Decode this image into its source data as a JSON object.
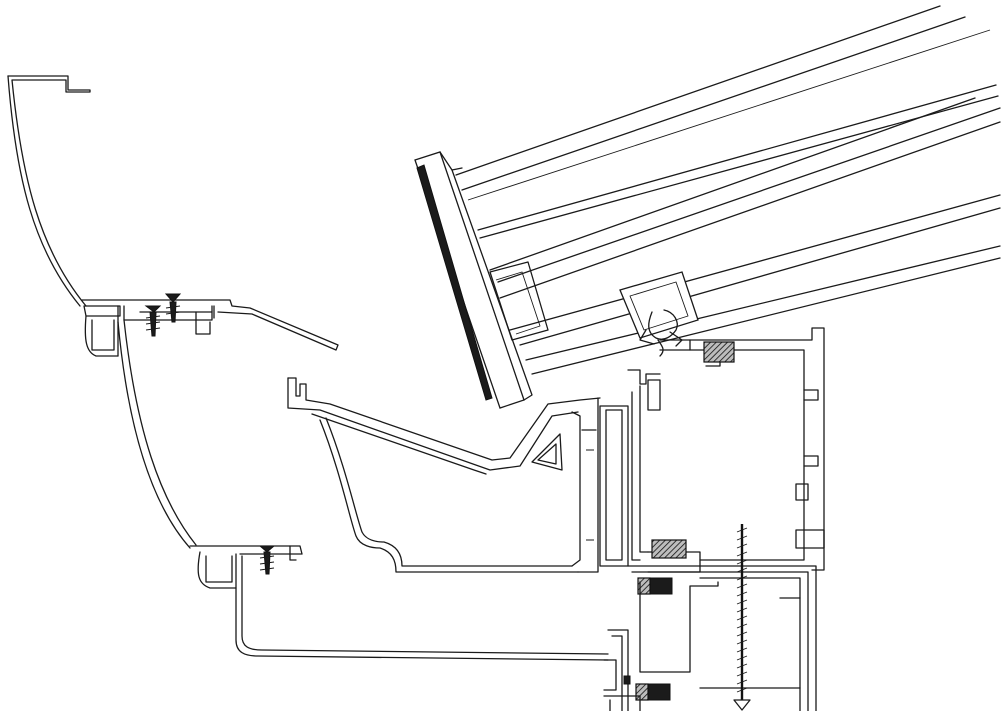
{
  "drawing": {
    "kind": "technical-section-drawing",
    "colors": {
      "background": "#ffffff",
      "line": "#1a1a1a",
      "fill_dark": "#1b1b1b"
    },
    "components": [
      {
        "name": "cornice-cover"
      },
      {
        "name": "fixing-screws"
      },
      {
        "name": "gutter-profile"
      },
      {
        "name": "roof-glazing-panel"
      },
      {
        "name": "glazing-clip"
      },
      {
        "name": "eaves-beam-frame"
      },
      {
        "name": "thermal-breaks"
      },
      {
        "name": "ring-beam"
      },
      {
        "name": "structural-screw"
      },
      {
        "name": "lower-frame"
      }
    ]
  }
}
